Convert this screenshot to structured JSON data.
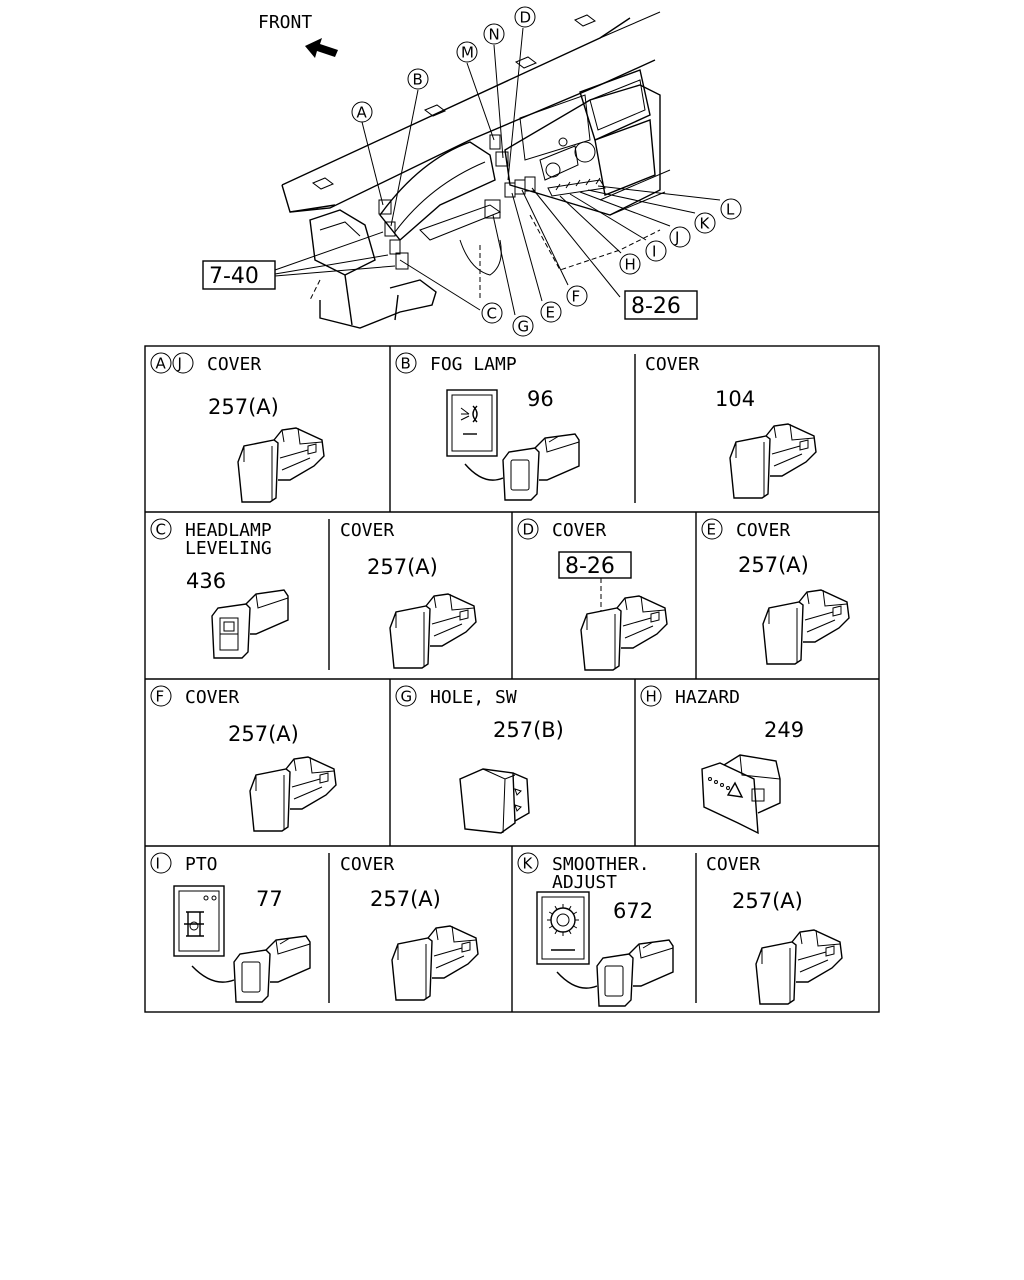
{
  "overview": {
    "front_label": "FRONT",
    "callouts": [
      "A",
      "B",
      "C",
      "D",
      "E",
      "F",
      "G",
      "H",
      "I",
      "J",
      "K",
      "L",
      "M",
      "N"
    ],
    "ref_boxes": [
      "7-40",
      "8-26"
    ]
  },
  "cells": [
    {
      "id": "aj",
      "letters": [
        "A",
        "J"
      ],
      "title": [
        "COVER"
      ],
      "part": "257(A)",
      "type": "cover"
    },
    {
      "id": "b",
      "letters": [
        "B"
      ],
      "title": [
        "FOG LAMP"
      ],
      "part": "96",
      "type": "switch-fog"
    },
    {
      "id": "b-cover",
      "letters": [],
      "title": [
        "COVER"
      ],
      "part": "104",
      "type": "cover"
    },
    {
      "id": "c",
      "letters": [
        "C"
      ],
      "title": [
        "HEADLAMP",
        "LEVELING"
      ],
      "part": "436",
      "type": "switch-level"
    },
    {
      "id": "c-cover",
      "letters": [],
      "title": [
        "COVER"
      ],
      "part": "257(A)",
      "type": "cover"
    },
    {
      "id": "d",
      "letters": [
        "D"
      ],
      "title": [
        "COVER"
      ],
      "part": "8-26",
      "type": "cover-ref"
    },
    {
      "id": "e",
      "letters": [
        "E"
      ],
      "title": [
        "COVER"
      ],
      "part": "257(A)",
      "type": "cover"
    },
    {
      "id": "f",
      "letters": [
        "F"
      ],
      "title": [
        "COVER"
      ],
      "part": "257(A)",
      "type": "cover"
    },
    {
      "id": "g",
      "letters": [
        "G"
      ],
      "title": [
        "HOLE, SW"
      ],
      "part": "257(B)",
      "type": "hole"
    },
    {
      "id": "h",
      "letters": [
        "H"
      ],
      "title": [
        "HAZARD"
      ],
      "part": "249",
      "type": "hazard"
    },
    {
      "id": "i",
      "letters": [
        "I"
      ],
      "title": [
        "PTO"
      ],
      "part": "77",
      "type": "switch-pto"
    },
    {
      "id": "i-cover",
      "letters": [],
      "title": [
        "COVER"
      ],
      "part": "257(A)",
      "type": "cover"
    },
    {
      "id": "k",
      "letters": [
        "K"
      ],
      "title": [
        "SMOOTHER.",
        "ADJUST"
      ],
      "part": "672",
      "type": "switch-smooth"
    },
    {
      "id": "k-cover",
      "letters": [],
      "title": [
        "COVER"
      ],
      "part": "257(A)",
      "type": "cover"
    }
  ]
}
